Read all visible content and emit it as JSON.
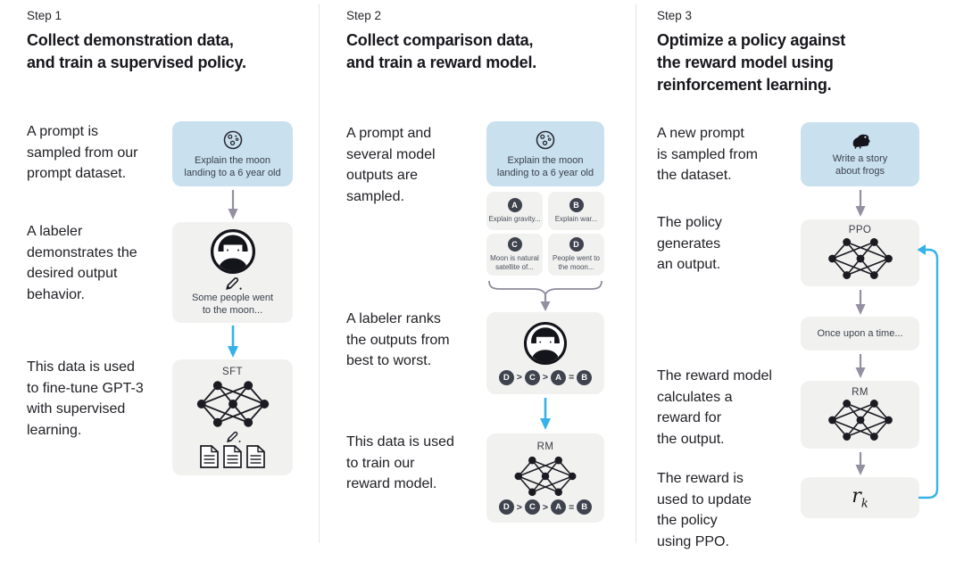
{
  "colors": {
    "prompt_box_bg": "#c9e0ee",
    "card_bg": "#f1f1f0",
    "badge_bg": "#3f434e",
    "blue_arrow": "#35b2e8",
    "gray_arrow": "#948fa1",
    "divider": "#e6e6e6",
    "heading_text": "#16161c",
    "body_text": "#202026",
    "icon_ink": "#1b1b22"
  },
  "steps": [
    {
      "label": "Step 1",
      "title": "Collect demonstration data,\nand train a supervised policy.",
      "annotations": [
        "A prompt is\nsampled from our\nprompt dataset.",
        "A labeler\ndemonstrates the\ndesired output\nbehavior.",
        "This data is used\nto fine-tune GPT-3\nwith supervised\nlearning."
      ],
      "prompt_box": {
        "icon": "moon-icon",
        "text": "Explain the moon\nlanding to a 6 year old"
      },
      "labeler_box": {
        "icon": "labeler-avatar",
        "pencil": "pencil-icon",
        "text": "Some people went\nto the moon..."
      },
      "model_box": {
        "label": "SFT",
        "icons": [
          "neural-network-icon",
          "pencil-icon",
          "documents-icon"
        ]
      }
    },
    {
      "label": "Step 2",
      "title": "Collect comparison data,\nand train a reward model.",
      "annotations": [
        "A prompt and\nseveral model\noutputs are\nsampled.",
        "A labeler ranks\nthe outputs from\nbest to worst.",
        "This data is used\nto train our\nreward model."
      ],
      "prompt_box": {
        "icon": "moon-icon",
        "text": "Explain the moon\nlanding to a 6 year old"
      },
      "outputs": [
        {
          "badge": "A",
          "text": "Explain gravity..."
        },
        {
          "badge": "B",
          "text": "Explain war..."
        },
        {
          "badge": "C",
          "text": "Moon is natural\nsatellite of..."
        },
        {
          "badge": "D",
          "text": "People went to\nthe moon..."
        }
      ],
      "ranking": [
        "D",
        ">",
        "C",
        ">",
        "A",
        "=",
        "B"
      ],
      "labeler_box": {
        "icon": "labeler-avatar"
      },
      "model_box": {
        "label": "RM",
        "icons": [
          "neural-network-icon"
        ]
      }
    },
    {
      "label": "Step 3",
      "title": "Optimize a policy against\nthe reward model using\nreinforcement learning.",
      "annotations": [
        "A new prompt\nis sampled from\nthe dataset.",
        "The policy\ngenerates\nan output.",
        "The reward model\ncalculates a\nreward for\nthe output.",
        "The reward is\nused to update\nthe policy\nusing PPO."
      ],
      "prompt_box": {
        "icon": "frog-icon",
        "text": "Write a story\nabout frogs"
      },
      "policy_box": {
        "label": "PPO",
        "icons": [
          "neural-network-icon"
        ]
      },
      "output_box": {
        "text": "Once upon a time..."
      },
      "rm_box": {
        "label": "RM",
        "icons": [
          "neural-network-icon"
        ]
      },
      "reward_box": {
        "var": "r",
        "sub": "k"
      }
    }
  ]
}
